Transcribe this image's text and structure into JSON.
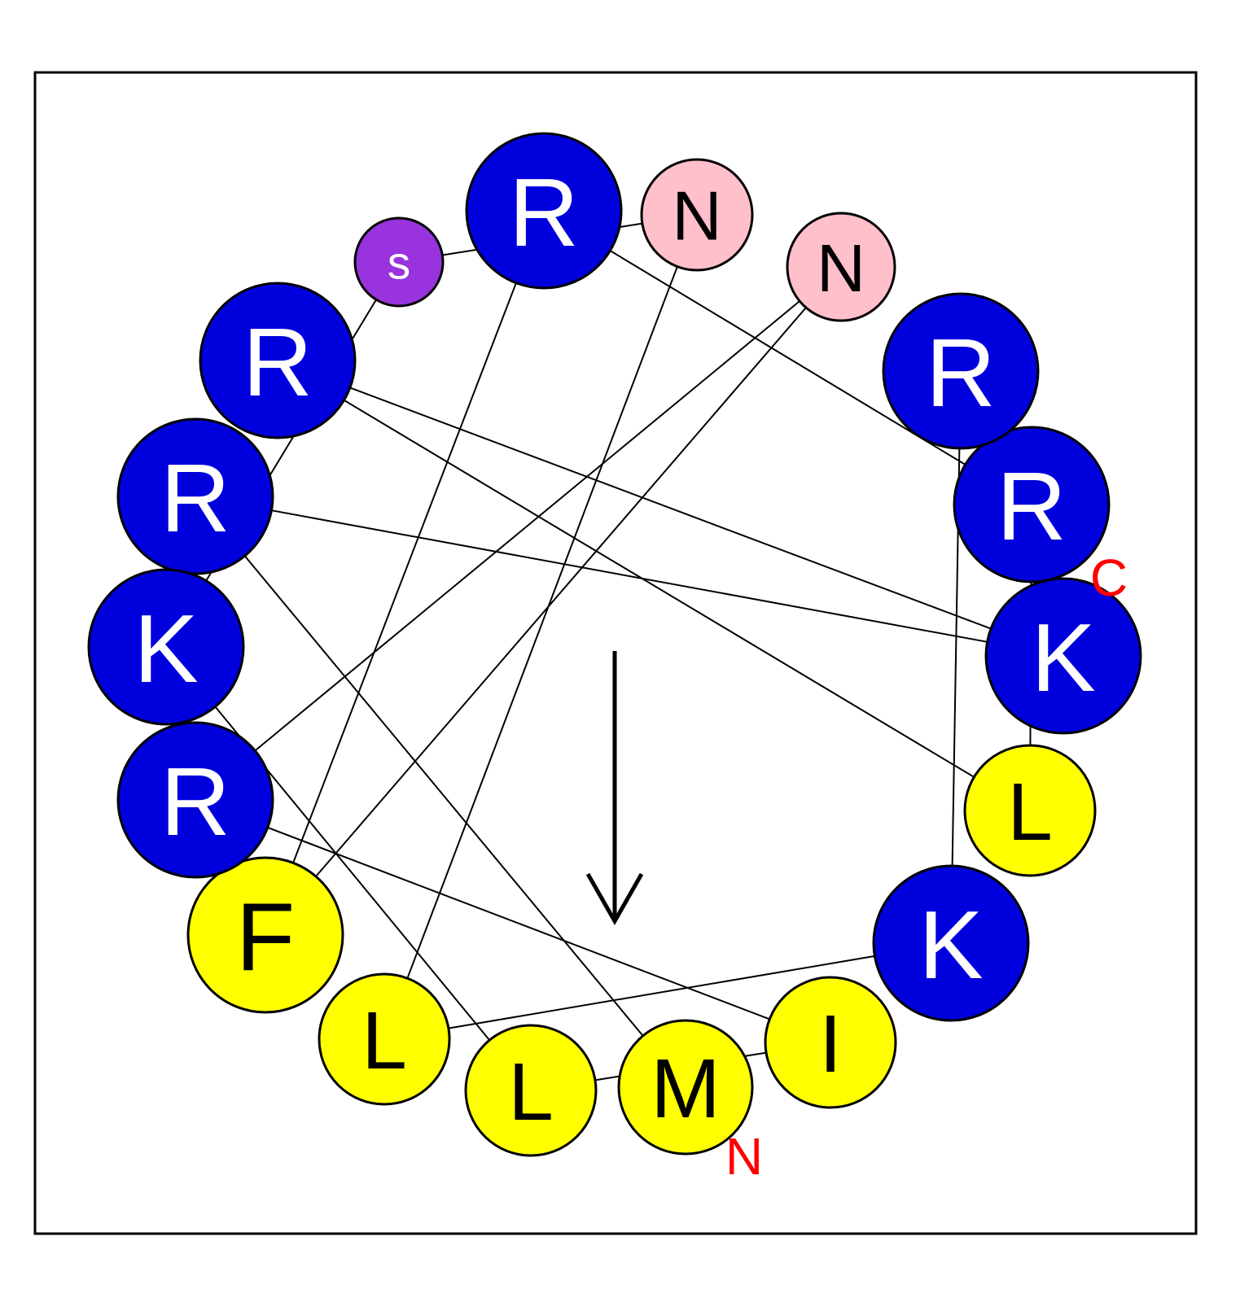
{
  "diagram": {
    "type": "helical-wheel",
    "residues": [
      {
        "letter": "M",
        "category": "hydrophobic"
      },
      {
        "letter": "R",
        "category": "positive"
      },
      {
        "letter": "K",
        "category": "positive"
      },
      {
        "letter": "R",
        "category": "positive"
      },
      {
        "letter": "L",
        "category": "hydrophobic"
      },
      {
        "letter": "R",
        "category": "positive"
      },
      {
        "letter": "R",
        "category": "positive"
      },
      {
        "letter": "F",
        "category": "hydrophobic"
      },
      {
        "letter": "N",
        "category": "polar"
      },
      {
        "letter": "R",
        "category": "positive"
      },
      {
        "letter": "I",
        "category": "hydrophobic"
      },
      {
        "letter": "L",
        "category": "hydrophobic"
      },
      {
        "letter": "K",
        "category": "positive"
      },
      {
        "letter": "S",
        "category": "polar-small"
      },
      {
        "letter": "N",
        "category": "polar"
      },
      {
        "letter": "L",
        "category": "hydrophobic"
      },
      {
        "letter": "K",
        "category": "positive"
      },
      {
        "letter": "R",
        "category": "positive"
      }
    ],
    "n_terminus_label": "N",
    "c_terminus_label": "C",
    "colors": {
      "positive": "#0000dd",
      "hydrophobic": "#ffff00",
      "polar": "#ffc0cb",
      "polar-small": "#9933dd",
      "text_on_dark": "#ffffff",
      "text_on_light": "#000000",
      "terminus": "#ff0000",
      "outline": "#000000"
    }
  }
}
